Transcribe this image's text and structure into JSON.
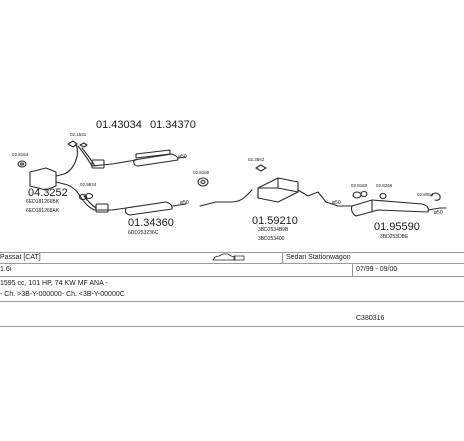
{
  "diagram": {
    "part_numbers": {
      "p1": "01.43034",
      "p2": "01.34370",
      "p3": "04.3252",
      "p3_sub1": "6ED181266BK",
      "p3_sub2": "6ED181268AK",
      "p4": "01.34360",
      "p4_sub": "6DD253236C",
      "p5": "01.59210",
      "p5_sub1": "3BD2534B9B",
      "p5_sub2": "3BD253400",
      "p6": "01.95590",
      "p6_sub": "3BD253DBE",
      "s1": "02.8164",
      "s2": "02.1531",
      "s3": "02.9834",
      "s4": "02.8160",
      "s5": "02.3562",
      "s6": "02.8160",
      "s7": "02.8266",
      "s8": "02.8054"
    },
    "diameters": {
      "d1": "ø50",
      "d2": "ø50",
      "d3": "ø50",
      "d4": "ø50"
    }
  },
  "info": {
    "model": "Passat [CAT]",
    "body": "Sedan Stationwagon",
    "engine": "1.6i",
    "years": "07/99 - 09/00",
    "spec": "1595 cc, 101 HP, 74 KW MF ANA -",
    "chassis": "- Ch. >3B-Y-000000- Ch. <3B-Y-00000C",
    "code": "C380316"
  },
  "colors": {
    "line": "#2a2a2a",
    "rule": "#9a9a9a"
  }
}
